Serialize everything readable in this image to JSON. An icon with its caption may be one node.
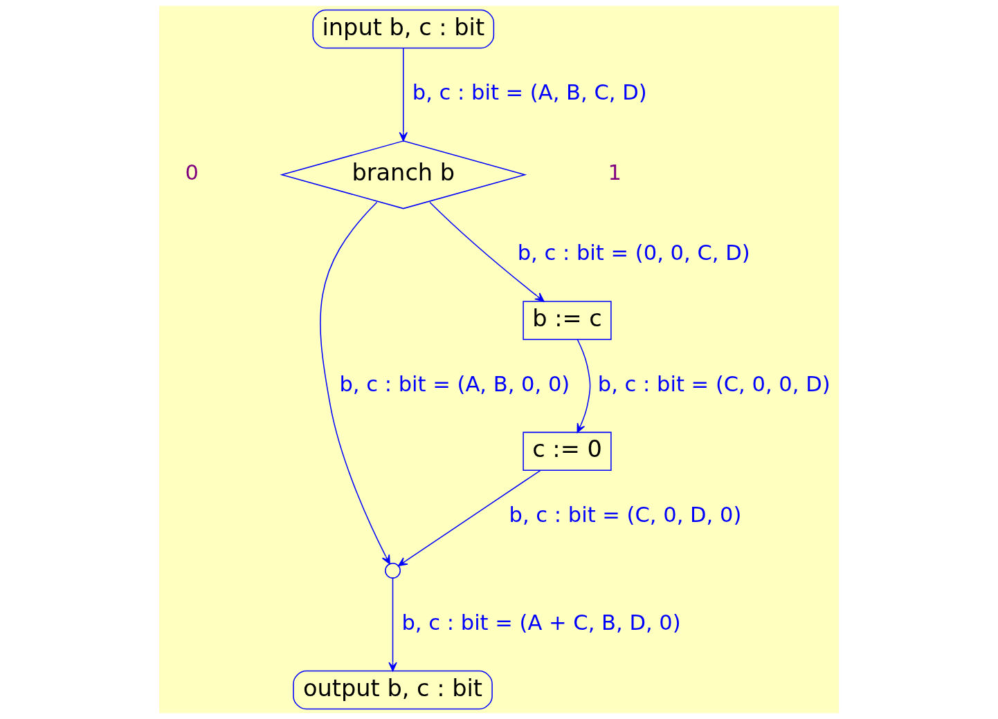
{
  "diagram": {
    "nodes": [
      {
        "text": [
          "input b, c : bit"
        ]
      },
      {
        "text": [
          "branch b"
        ]
      },
      {
        "text": [
          "b := c"
        ]
      },
      {
        "text": [
          "c := 0"
        ]
      },
      {
        "text": [],
        "shape": "circle"
      },
      {
        "text": [
          "output b, c : bit"
        ]
      }
    ],
    "edges": [
      {
        "from": 0,
        "to": 1,
        "arrow": "to",
        "label": "b, c : bit = (A, B, C, D)"
      },
      {
        "from": 1,
        "to": 4,
        "arrow": "to",
        "label": "b, c : bit = (A, B, 0, 0)"
      },
      {
        "from": 1,
        "to": 2,
        "arrow": "to",
        "label": "b, c : bit = (0, 0, C, D)"
      },
      {
        "from": 2,
        "to": 3,
        "arrow": "to",
        "label": "b, c : bit = (C, 0, 0, D)"
      },
      {
        "from": 3,
        "to": 4,
        "arrow": "to",
        "label": "b, c : bit = (C, 0, D, 0)"
      },
      {
        "from": 4,
        "to": 5,
        "arrow": "to",
        "label": "b, c : bit = (A + C, B, D, 0)"
      }
    ],
    "labels": [
      "0",
      "1"
    ]
  }
}
